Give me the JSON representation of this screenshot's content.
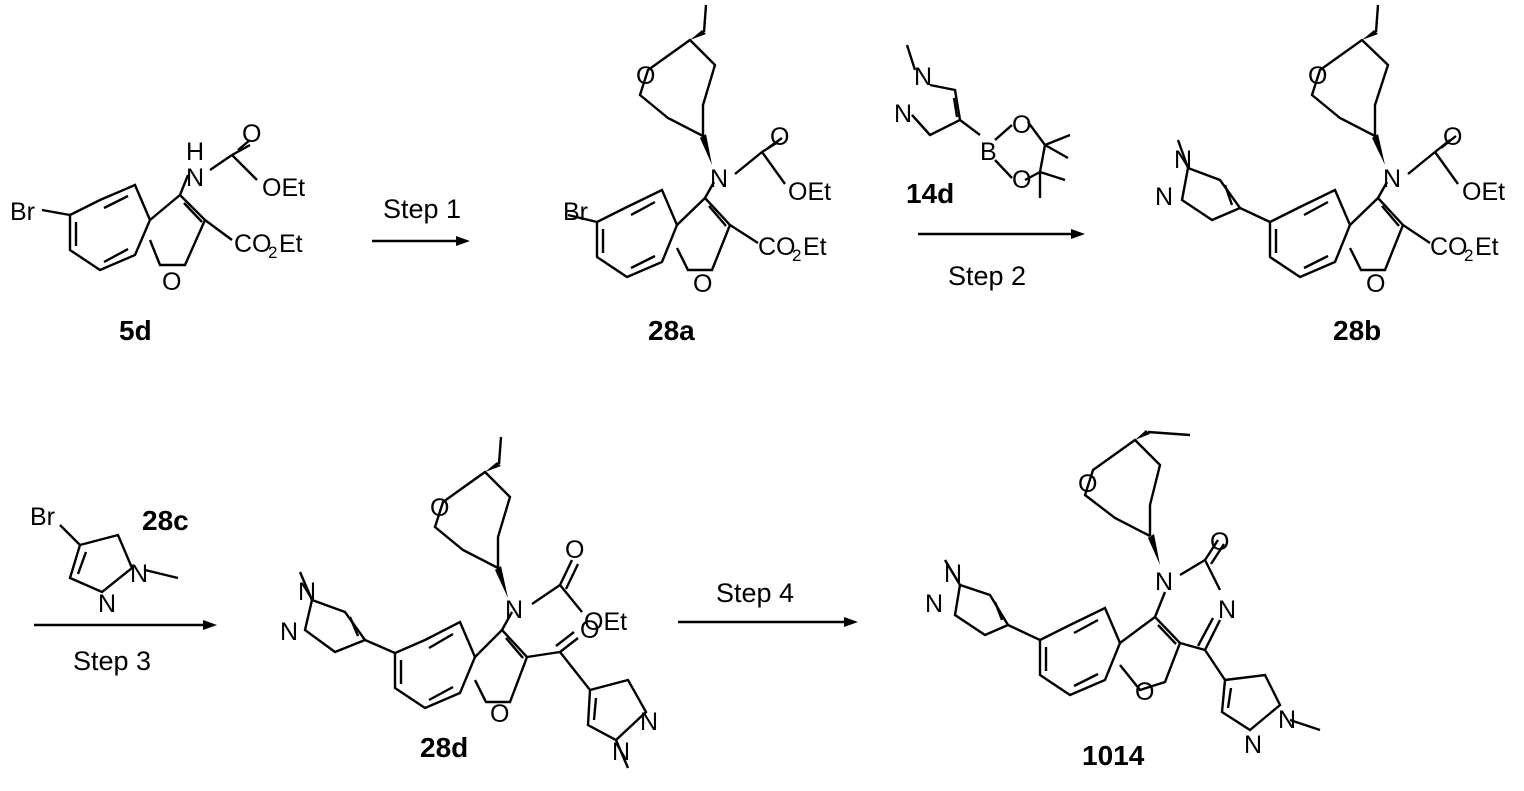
{
  "scheme": {
    "compounds": [
      {
        "id": "5d",
        "label": "5d"
      },
      {
        "id": "28a",
        "label": "28a"
      },
      {
        "id": "28b",
        "label": "28b"
      },
      {
        "id": "28c",
        "label": "28c"
      },
      {
        "id": "14d",
        "label": "14d"
      },
      {
        "id": "28d",
        "label": "28d"
      },
      {
        "id": "1014",
        "label": "1014"
      }
    ],
    "steps": [
      {
        "label": "Step 1"
      },
      {
        "label": "Step 2"
      },
      {
        "label": "Step 3"
      },
      {
        "label": "Step 4"
      }
    ],
    "atom_labels": {
      "br": "Br",
      "o": "O",
      "n": "N",
      "h": "H",
      "b": "B",
      "oet": "OEt",
      "co2et_co": "CO",
      "co2et_sub": "2",
      "co2et_et": "Et"
    }
  }
}
